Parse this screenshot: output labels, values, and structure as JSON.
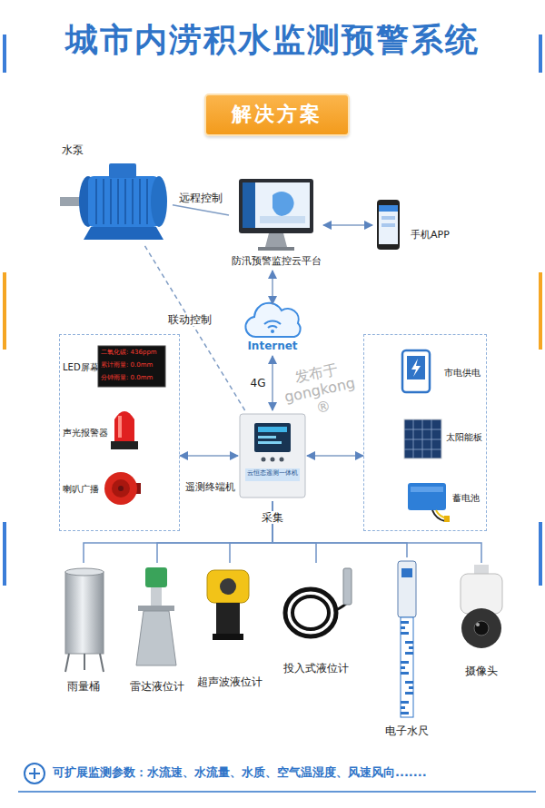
{
  "diagram": {
    "title": "城市内涝积水监测预警系统",
    "nodes": [
      {
        "text": [
          "解决方案"
        ]
      },
      {
        "text": [
          "水泵"
        ]
      },
      {
        "text": [
          "防汛预警监控云平台"
        ]
      },
      {
        "text": [
          "手机APP"
        ]
      },
      {
        "text": [
          "Internet"
        ]
      },
      {
        "text": []
      },
      {
        "text": [
          "LED屏幕"
        ],
        "in": 5
      },
      {
        "text": [
          "声光报警器"
        ],
        "in": 5
      },
      {
        "text": [
          "喇叭广播"
        ],
        "in": 5
      },
      {
        "text": [
          "遥测终端机"
        ]
      },
      {
        "text": []
      },
      {
        "text": [
          "市电供电"
        ],
        "in": 10
      },
      {
        "text": [
          "太阳能板"
        ],
        "in": 10
      },
      {
        "text": [
          "蓄电池"
        ],
        "in": 10
      },
      {
        "text": [
          "雨量桶"
        ]
      },
      {
        "text": [
          "雷达液位计"
        ]
      },
      {
        "text": [
          "超声波液位计"
        ]
      },
      {
        "text": [
          "投入式液位计"
        ]
      },
      {
        "text": [
          "电子水尺"
        ]
      },
      {
        "text": [
          "摄像头"
        ]
      }
    ],
    "edges": [
      {
        "from": 1,
        "to": 2,
        "arrow": "none",
        "label": "远程控制"
      },
      {
        "from": 2,
        "to": 3,
        "arrow": "both"
      },
      {
        "from": 2,
        "to": 4,
        "arrow": "both"
      },
      {
        "from": 4,
        "to": 9,
        "arrow": "both",
        "label": "4G"
      },
      {
        "from": 9,
        "to": 1,
        "arrow": "none",
        "label": "联动控制"
      },
      {
        "from": 9,
        "to": 5,
        "arrow": "both"
      },
      {
        "from": 9,
        "to": 10,
        "arrow": "both"
      },
      {
        "from": 9,
        "to": 14,
        "arrow": "none"
      },
      {
        "from": 9,
        "to": 15,
        "arrow": "none"
      },
      {
        "from": 9,
        "to": 16,
        "arrow": "none"
      },
      {
        "from": 9,
        "to": 17,
        "arrow": "none"
      },
      {
        "from": 9,
        "to": 18,
        "arrow": "none"
      },
      {
        "from": 9,
        "to": 19,
        "arrow": "none"
      }
    ],
    "labels": [
      "二氧化碳: 436ppm",
      "累计雨量: 0.0mm",
      "分钟雨量: 0.0mm",
      "云恒态遥测一体机",
      "采集",
      "发布于 gongkong®",
      "可扩展监测参数：水流速、水流量、水质、空气温湿度、风速风向......."
    ]
  }
}
